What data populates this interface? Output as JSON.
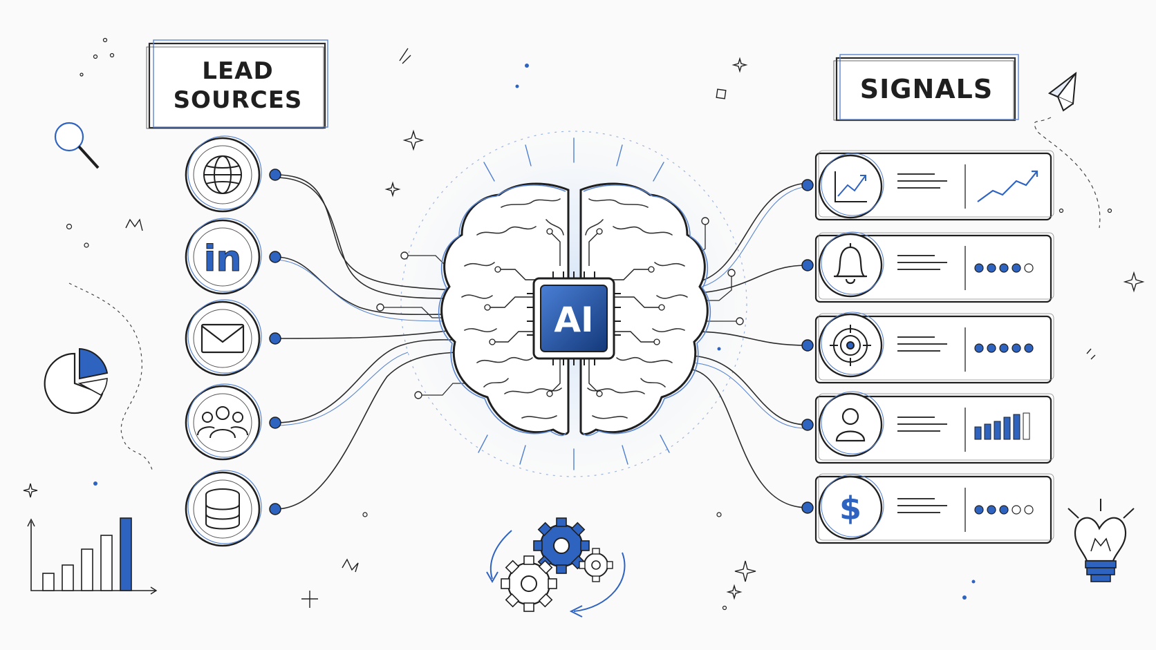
{
  "left_panel": {
    "title_line1": "LEAD",
    "title_line2": "SOURCES"
  },
  "right_panel": {
    "title": "SIGNALS"
  },
  "core": {
    "label": "AI"
  },
  "sources": [
    {
      "icon": "globe-icon"
    },
    {
      "icon": "linkedin-icon",
      "text": "in"
    },
    {
      "icon": "envelope-icon"
    },
    {
      "icon": "people-group-icon"
    },
    {
      "icon": "database-icon"
    }
  ],
  "signals": [
    {
      "icon": "trending-chart-icon",
      "indicator": "trend-line"
    },
    {
      "icon": "bell-icon",
      "indicator": "dots",
      "filled": 4,
      "total": 5
    },
    {
      "icon": "target-icon",
      "indicator": "dots",
      "filled": 5,
      "total": 5
    },
    {
      "icon": "user-icon",
      "indicator": "bars",
      "filled": 5,
      "total": 6
    },
    {
      "icon": "dollar-icon",
      "indicator": "dots",
      "filled": 3,
      "total": 5,
      "text": "$"
    }
  ],
  "colors": {
    "accent": "#2f63c0",
    "ink": "#2b2b2b",
    "paper": "#fafafa",
    "light_blue": "#dce8f7"
  }
}
